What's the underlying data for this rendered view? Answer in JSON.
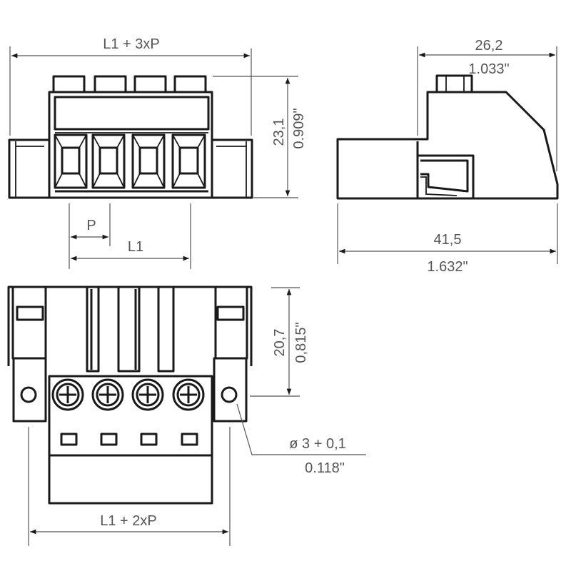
{
  "front_view": {
    "overall_width_label": "L1 + 3xP",
    "height_mm": "23,1",
    "height_in": "0.909\"",
    "pitch_label": "P",
    "l1_label": "L1",
    "poles": 4
  },
  "side_view": {
    "depth_upper_mm": "26,2",
    "depth_upper_in": "1.033\"",
    "depth_total_mm": "41,5",
    "depth_total_in": "1.632\""
  },
  "bottom_view": {
    "height_mm": "20,7",
    "height_in": "0,815\"",
    "hole_mm": "ø 3 + 0,1",
    "hole_in": "0.118\"",
    "width_label": "L1 + 2xP",
    "poles": 4
  },
  "colors": {
    "outline": "#1a1a1a",
    "dimension": "#555555"
  }
}
